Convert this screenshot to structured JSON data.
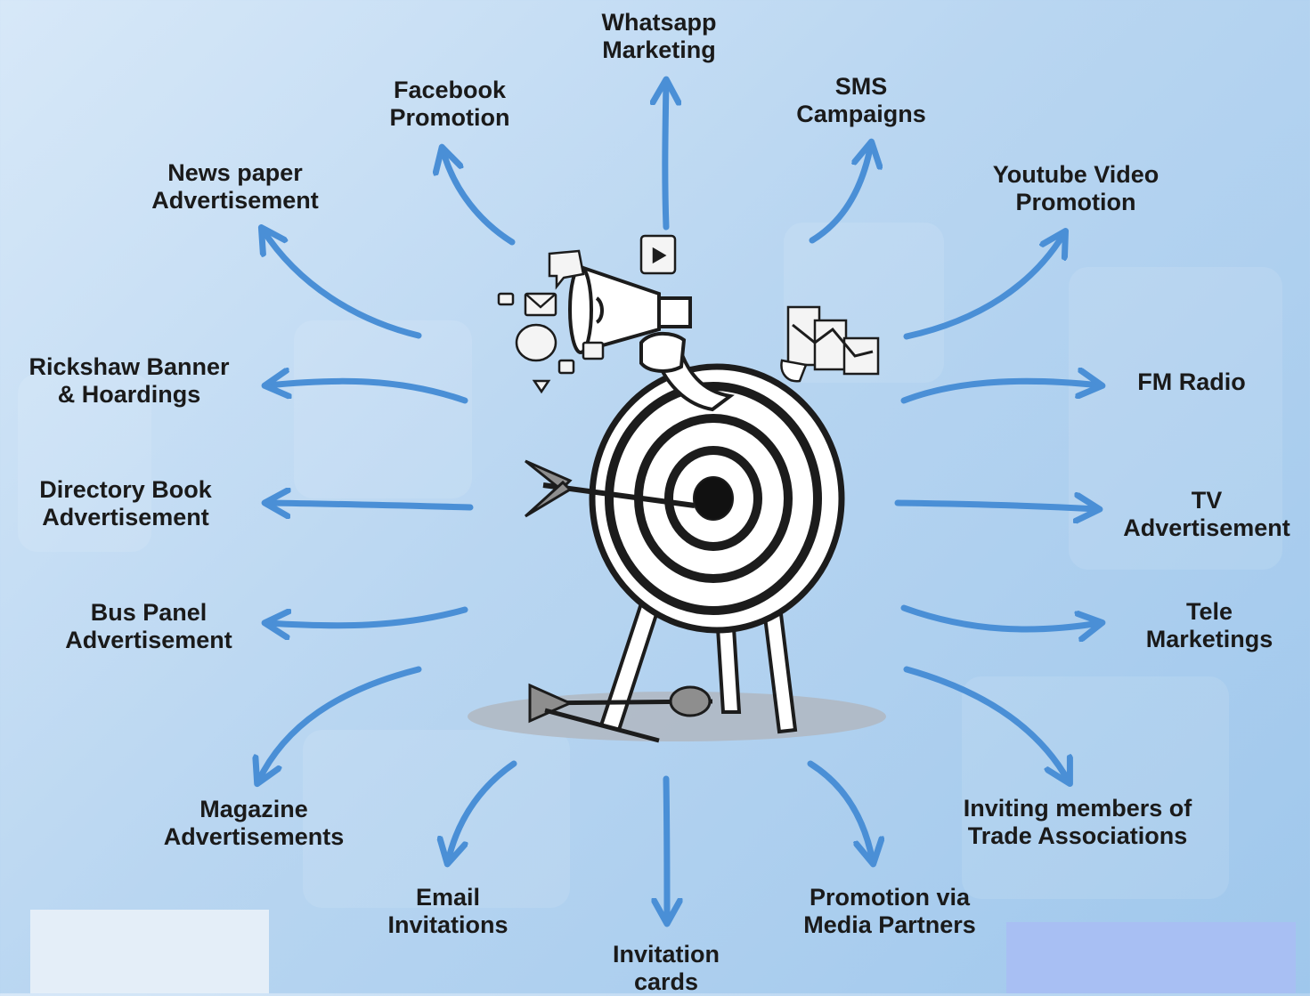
{
  "colors": {
    "arrow": "#4a8fd6",
    "label_text": "#1a1a1a",
    "target_ring": "#1c1c1c"
  },
  "icons": [
    "megaphone-icon",
    "dart-target-icon",
    "chart-icon",
    "chat-bubble-icon",
    "envelope-icon",
    "play-icon"
  ],
  "labels": {
    "whatsapp": [
      "Whatsapp",
      "Marketing"
    ],
    "facebook": [
      "Facebook",
      "Promotion"
    ],
    "sms": [
      "SMS",
      "Campaigns"
    ],
    "newspaper": [
      "News paper",
      "Advertisement"
    ],
    "youtube": [
      "Youtube Video",
      "Promotion"
    ],
    "rickshaw": [
      "Rickshaw Banner",
      "& Hoardings"
    ],
    "fm": [
      "FM Radio"
    ],
    "directory": [
      "Directory Book",
      "Advertisement"
    ],
    "tv": [
      "TV",
      "Advertisement"
    ],
    "bus": [
      "Bus Panel",
      "Advertisement"
    ],
    "tele": [
      "Tele",
      "Marketings"
    ],
    "magazine": [
      "Magazine",
      "Advertisements"
    ],
    "trade": [
      "Inviting members of",
      "Trade Associations"
    ],
    "email": [
      "Email",
      "Invitations"
    ],
    "media": [
      "Promotion via",
      "Media Partners"
    ],
    "invitation": [
      "Invitation",
      "cards"
    ]
  }
}
